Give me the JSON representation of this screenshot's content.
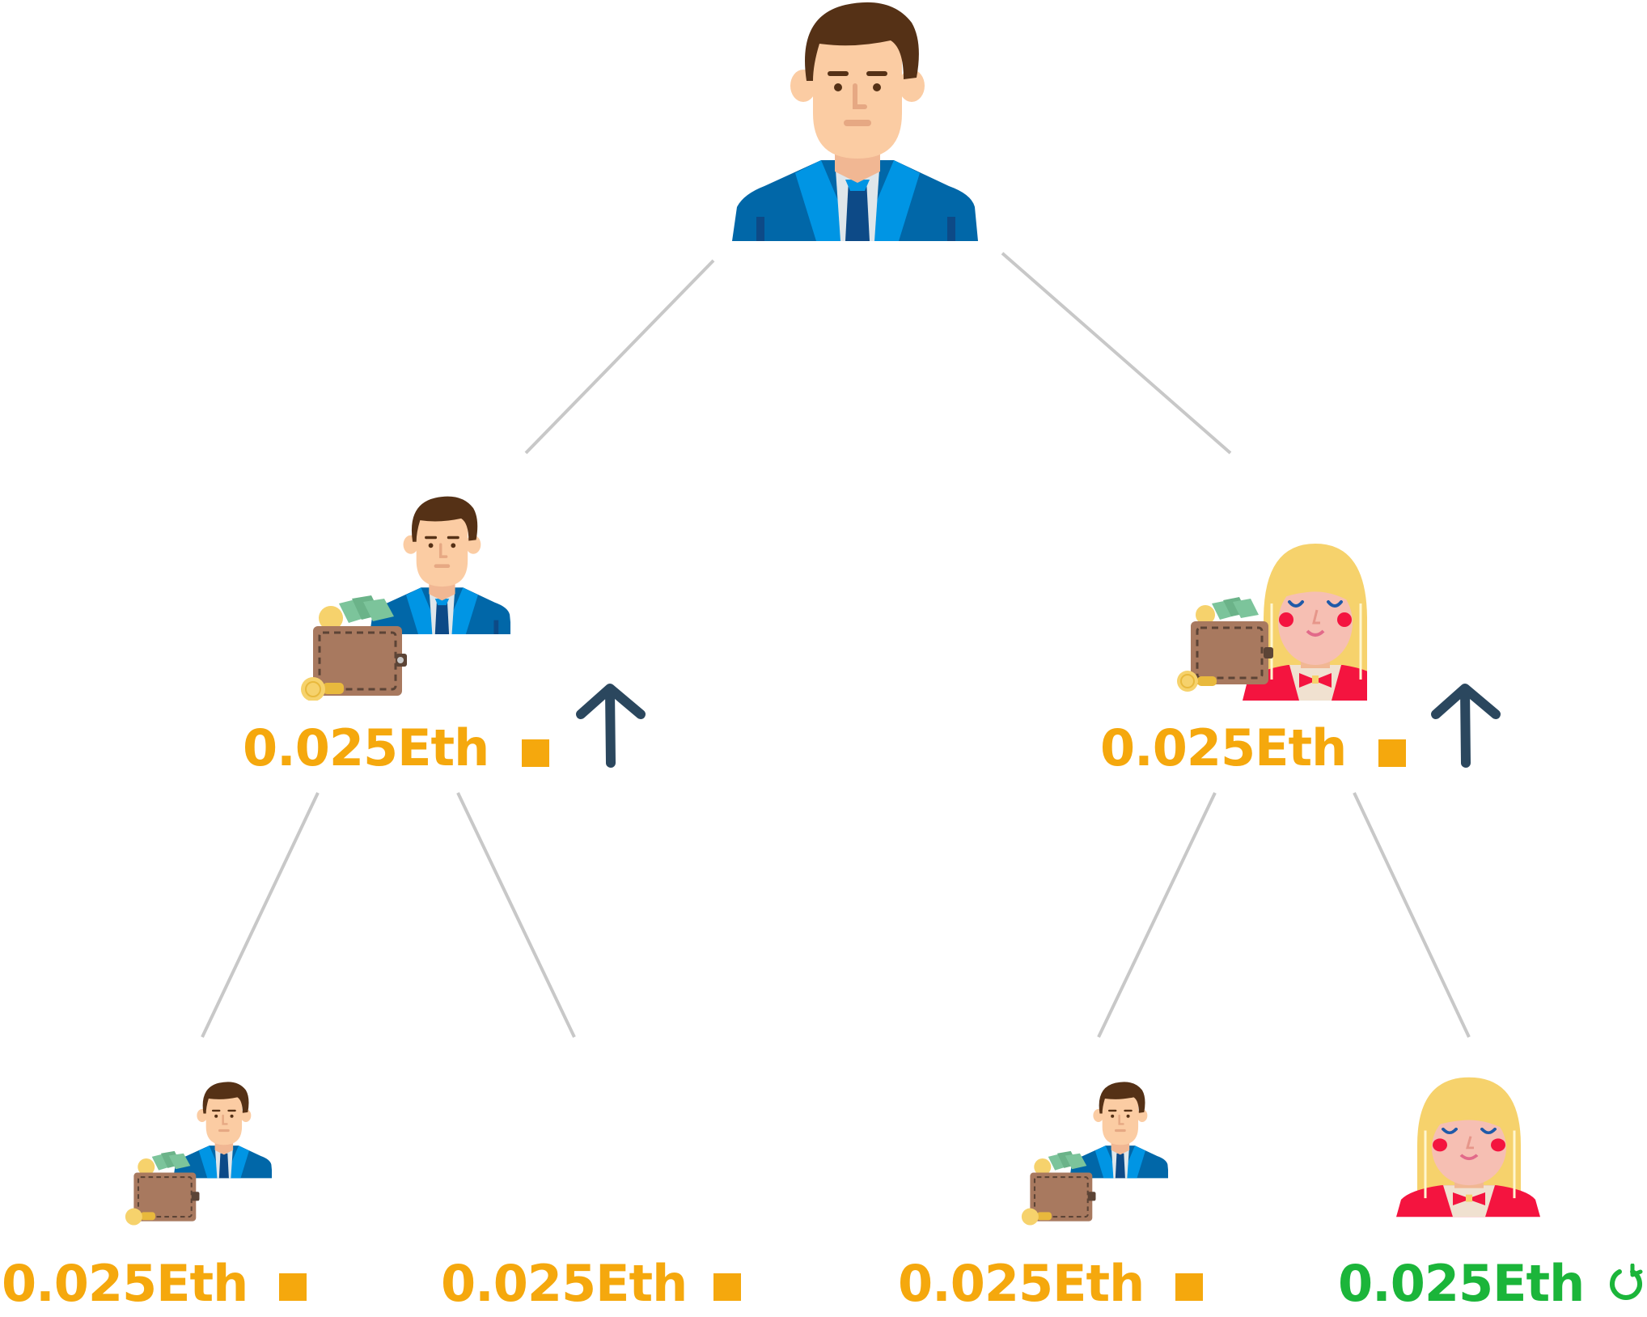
{
  "colors": {
    "line": "#c8c8c8",
    "pending": "#f5a80d",
    "paid": "#1bb53a",
    "arrow": "#2b475e",
    "suit_dark": "#0167a8",
    "suit_light": "#0095e4",
    "skin": "#fbcca3",
    "hair_male": "#553116",
    "hair_female": "#f6d26c",
    "wallet": "#a8795f"
  },
  "nodes": [
    {
      "id": "root",
      "avatar": "man-avatar",
      "wallet": false
    },
    {
      "id": "level1-left",
      "avatar": "man-with-wallet-avatar",
      "wallet": true,
      "amount": "0.025Eth",
      "status": "pending",
      "status_icon": "orange-square-icon",
      "action_icon": "up-arrow-icon"
    },
    {
      "id": "level1-right",
      "avatar": "woman-with-wallet-avatar",
      "wallet": true,
      "amount": "0.025Eth",
      "status": "pending",
      "status_icon": "orange-square-icon",
      "action_icon": "up-arrow-icon"
    },
    {
      "id": "level2-a",
      "avatar": "man-with-wallet-avatar",
      "wallet": true,
      "amount": "0.025Eth",
      "status": "pending",
      "status_icon": "orange-square-icon"
    },
    {
      "id": "level2-b",
      "amount": "0.025Eth",
      "status": "pending",
      "status_icon": "orange-square-icon"
    },
    {
      "id": "level2-c",
      "avatar": "man-with-wallet-avatar",
      "wallet": true,
      "amount": "0.025Eth",
      "status": "pending",
      "status_icon": "orange-square-icon"
    },
    {
      "id": "level2-d",
      "avatar": "woman-avatar",
      "wallet": false,
      "amount": "0.025Eth",
      "status": "paid",
      "status_icon": "refresh-icon"
    }
  ]
}
